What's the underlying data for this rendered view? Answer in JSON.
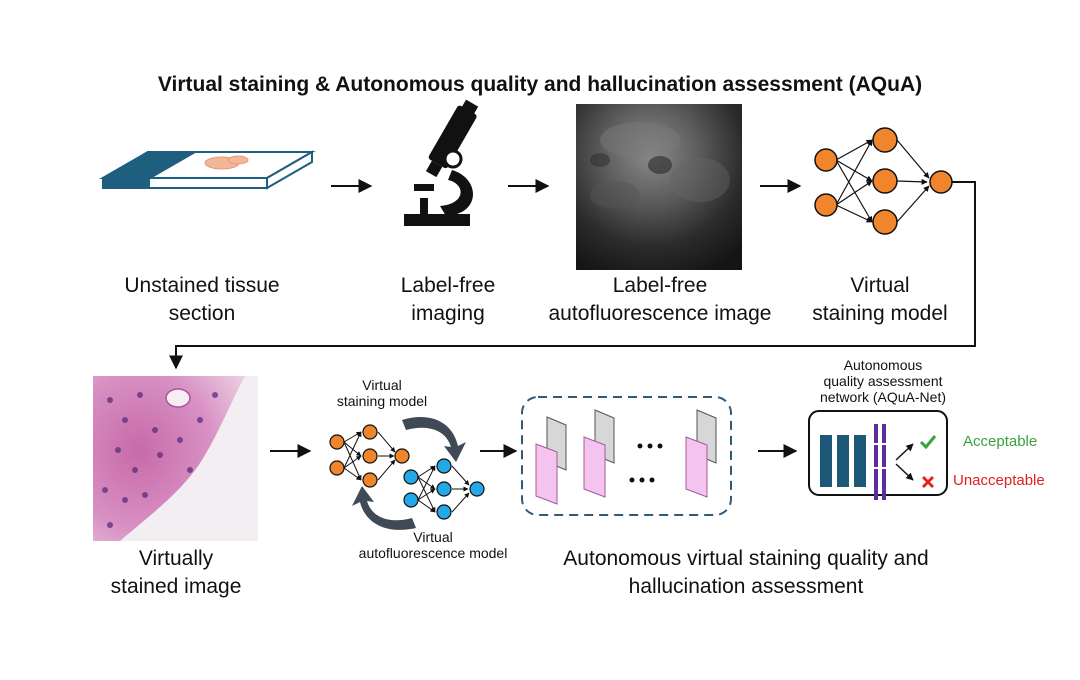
{
  "title": "Virtual staining & Autonomous quality and hallucination assessment (AQuA)",
  "steps": {
    "tissue": {
      "line1": "Unstained tissue",
      "line2": "section"
    },
    "imaging": {
      "line1": "Label-free",
      "line2": "imaging"
    },
    "autofluor": {
      "line1": "Label-free",
      "line2": "autofluorescence image"
    },
    "vs_model": {
      "line1": "Virtual",
      "line2": "staining model"
    },
    "stained": {
      "line1": "Virtually",
      "line2": "stained image"
    },
    "cycle": {
      "vs_line1": "Virtual",
      "vs_line2": "staining model",
      "va_line1": "Virtual",
      "va_line2": "autofluorescence model"
    },
    "assessment": {
      "line1": "Autonomous virtual staining quality and",
      "line2": "hallucination assessment"
    },
    "aqua_net": {
      "line1": "Autonomous",
      "line2": "quality assessment",
      "line3": "network (AQuA-Net)",
      "accept": "Acceptable",
      "reject": "Unacceptable"
    }
  },
  "colors": {
    "orange_node": "#f0852b",
    "blue_node": "#23a9e8",
    "teal_slide": "#1e5f7f",
    "bar_teal": "#1d5878",
    "bar_purple": "#5b2e9c",
    "accept_green": "#3aa23a",
    "reject_red": "#e02020",
    "dashed_box": "#2f5a7a"
  },
  "icons": [
    "glass-slide-icon",
    "microscope-icon",
    "neural-network-icon",
    "cycle-arrow-icon",
    "check-icon",
    "cross-icon"
  ]
}
